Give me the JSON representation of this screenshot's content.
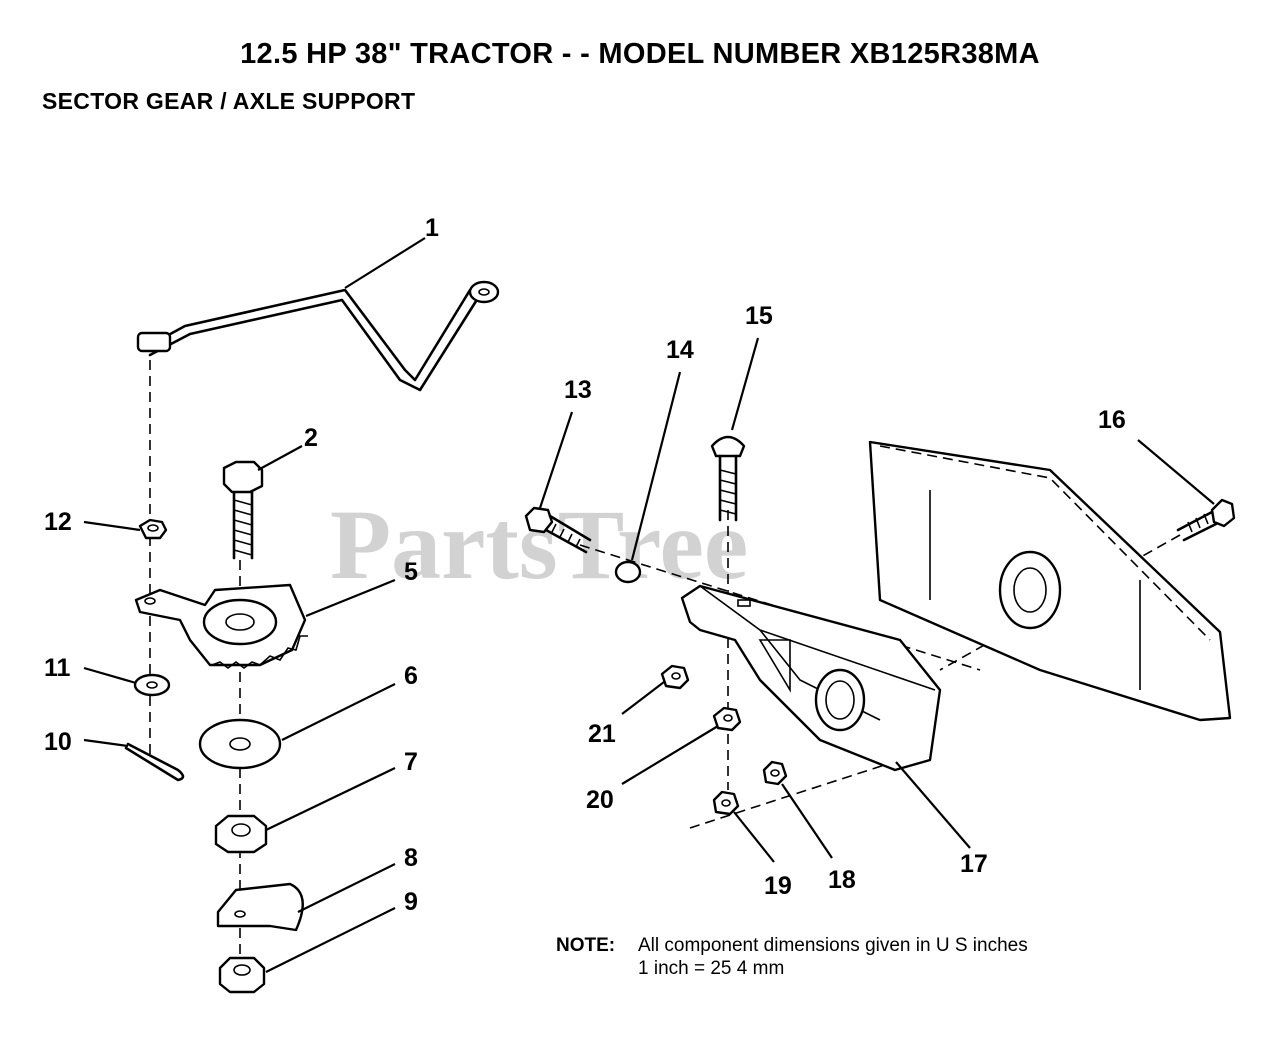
{
  "header": {
    "title": "12.5 HP 38\" TRACTOR - - MODEL NUMBER XB125R38MA",
    "subtitle": "SECTOR GEAR / AXLE SUPPORT"
  },
  "watermark": "PartsTree",
  "callouts": {
    "c1": "1",
    "c2": "2",
    "c5": "5",
    "c6": "6",
    "c7": "7",
    "c8": "8",
    "c9": "9",
    "c10": "10",
    "c11": "11",
    "c12": "12",
    "c13": "13",
    "c14": "14",
    "c15": "15",
    "c16": "16",
    "c17": "17",
    "c18": "18",
    "c19": "19",
    "c20": "20",
    "c21": "21"
  },
  "note": {
    "label": "NOTE:",
    "line1": "All component dimensions given in U S  inches",
    "line2": "1 inch = 25 4 mm"
  }
}
